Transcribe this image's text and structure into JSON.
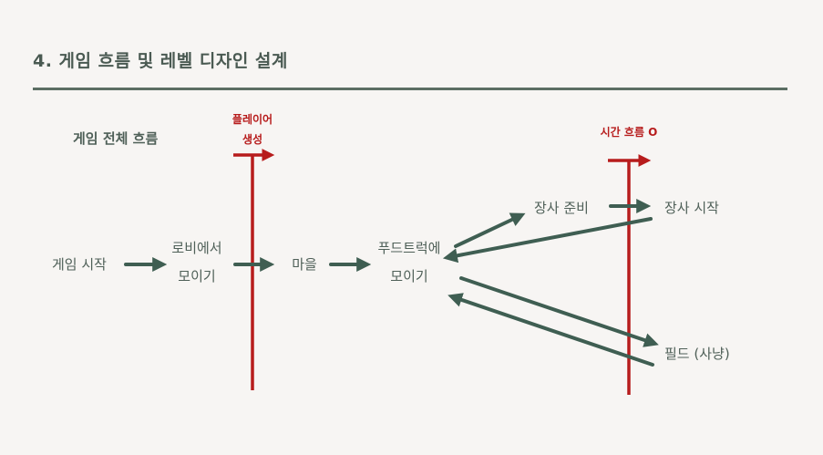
{
  "title": "4. 게임 흐름 및 레벨 디자인 설계",
  "subtitle": "게임 전체 흐름",
  "markers": {
    "player_spawn": [
      "플레이어",
      "생성"
    ],
    "time_flow": "시간 흐름 O"
  },
  "nodes": {
    "game_start": "게임 시작",
    "lobby": [
      "로비에서",
      "모이기"
    ],
    "village": "마을",
    "foodtruck": [
      "푸드트럭에",
      "모이기"
    ],
    "shop_prep": "장사 준비",
    "shop_start": "장사 시작",
    "field": "필드 (사냥)"
  },
  "colors": {
    "arrow": "#3f5e52",
    "marker": "#b71c1c",
    "text": "#4f6058",
    "background": "#f7f5f3"
  }
}
